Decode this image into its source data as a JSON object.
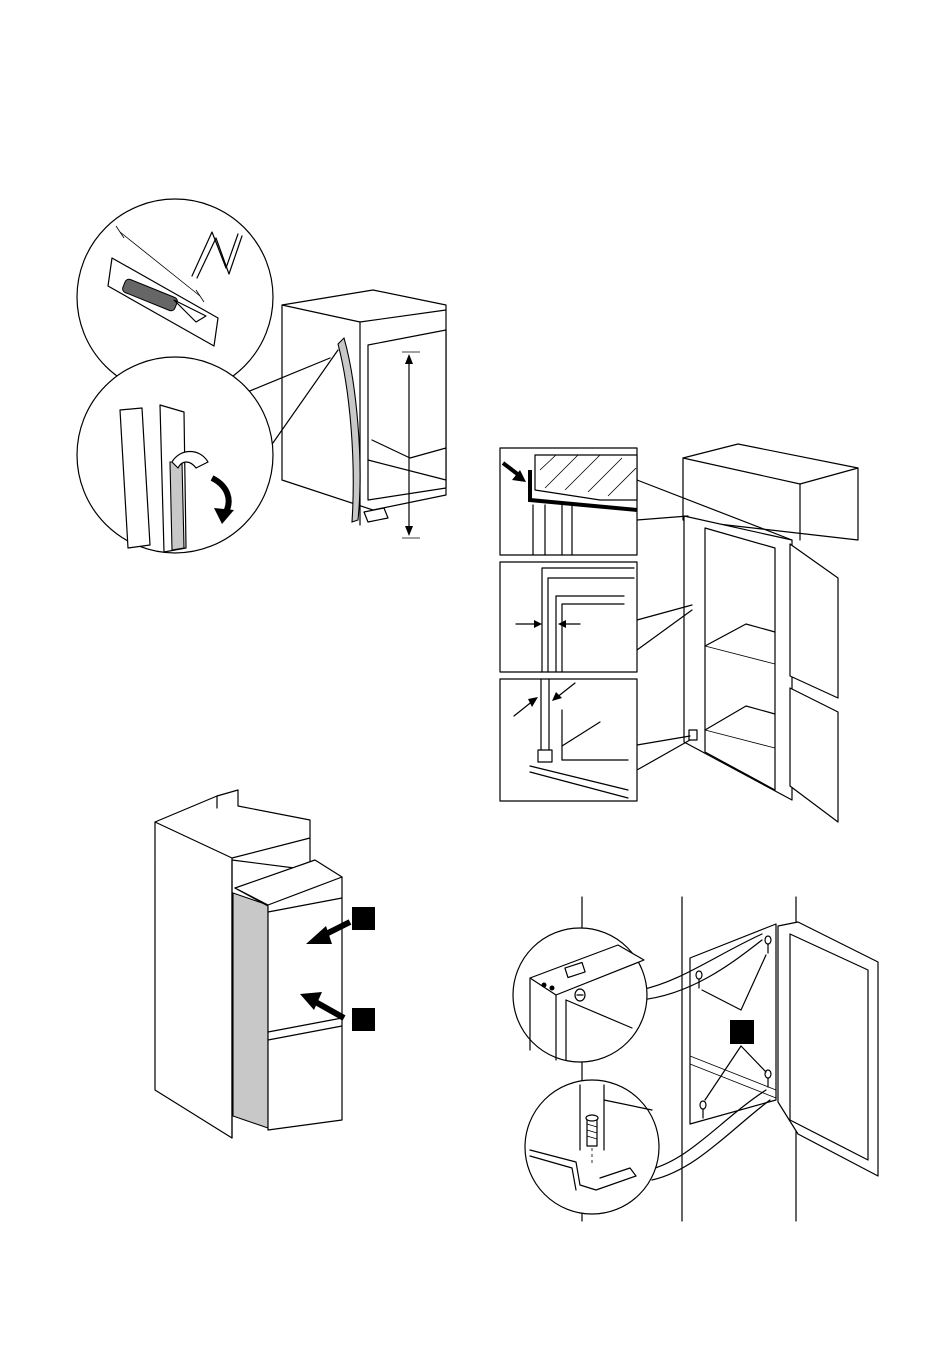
{
  "page": {
    "background": "#ffffff",
    "line_color": "#000000",
    "panel_color": "#c8c8c8"
  },
  "figures": [
    {
      "id": "seal-trimming",
      "icon": "appliance-seal-figure"
    },
    {
      "id": "door-gap-adjustment",
      "icon": "appliance-door-gap-figure"
    },
    {
      "id": "door-push-in",
      "icon": "appliance-push-figure"
    },
    {
      "id": "hinge-screw-fixing",
      "icon": "appliance-hinge-screw-figure"
    }
  ]
}
